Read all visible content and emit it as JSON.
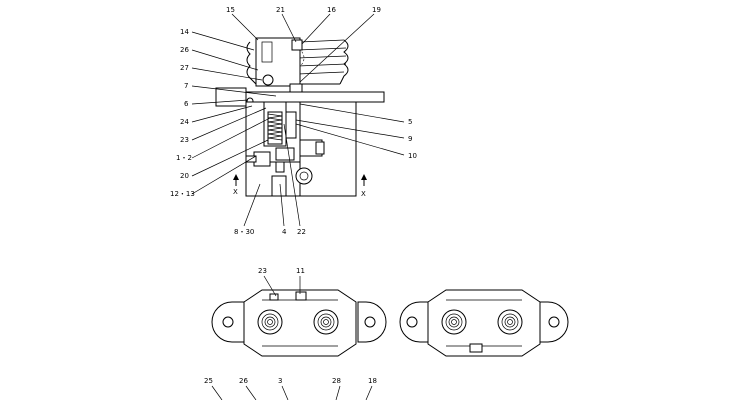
{
  "diagram": {
    "callouts": {
      "c15": "15",
      "c21": "21",
      "c16": "16",
      "c19": "19",
      "c14": "14",
      "c26": "26",
      "c27": "27",
      "c7": "7",
      "c6": "6",
      "c24": "24",
      "c23": "23",
      "c12": "1・2",
      "c20": "20",
      "c1213": "12・13",
      "c5": "5",
      "c9": "9",
      "c10": "10",
      "cxl": "X",
      "cxr": "X",
      "c830": "8・30",
      "c4": "4",
      "c22": "22",
      "b23": "23",
      "b11": "11",
      "d25": "25",
      "d26": "26",
      "d3": "3",
      "d28": "28",
      "d18": "18"
    }
  }
}
